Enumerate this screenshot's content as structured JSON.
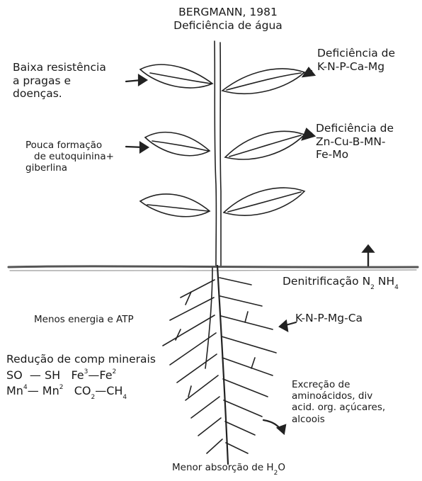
{
  "header": {
    "line1": "BERGMANN, 1981",
    "line2": "Deficiência de água"
  },
  "shoot_labels": {
    "left_top": [
      "Baixa resistência",
      "a pragas e",
      "doenças."
    ],
    "right_top": [
      "Deficiência de",
      "K-N-P-Ca-Mg"
    ],
    "left_mid": [
      "Pouca formação",
      "de eutoquinina+",
      "giberlina"
    ],
    "right_mid": [
      "Deficiência de",
      "Zn-Cu-B-MN-",
      "Fe-Mo"
    ]
  },
  "root_labels": {
    "denitrification": {
      "text": "Denitrificação N",
      "sub1": "2",
      "mid": "NH",
      "sub2": "4"
    },
    "less_energy": "Menos energia e ATP",
    "nutrients": "K-N-P-Mg-Ca",
    "reduction_title": "Redução de comp minerais",
    "reduction_row1": {
      "a": "SO",
      "b": "— SH",
      "c": "Fe",
      "c_sup": "3",
      "d": "—Fe",
      "d_sup": "2"
    },
    "reduction_row2": {
      "a": "Mn",
      "a_sup": "4",
      "b": "— Mn",
      "b_sup": "2",
      "c": "CO",
      "c_sub": "2",
      "d": "—CH",
      "d_sub": "4"
    },
    "excretion": [
      "Excreção de",
      "aminoácidos, div",
      "acid. org. açúcares,",
      "alcoois"
    ],
    "absorption": {
      "text": "Menor absorção de H",
      "sub": "2",
      "end": "O"
    }
  },
  "colors": {
    "ink": "#1a1a1a",
    "soil": "#666666"
  }
}
